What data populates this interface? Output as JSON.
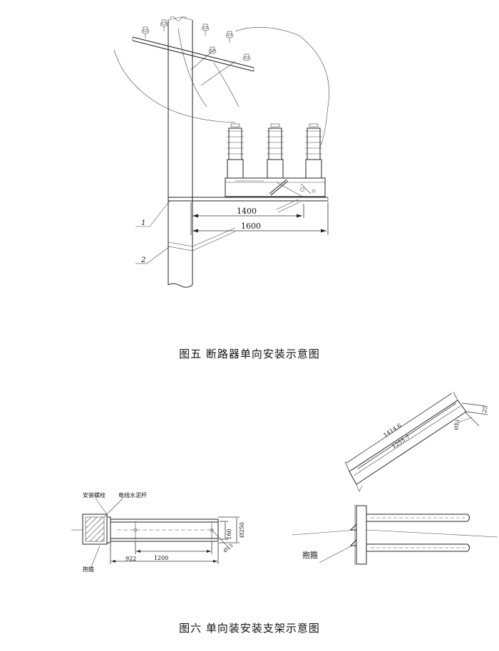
{
  "figure5": {
    "caption": "图五  断路器单向安装示意图",
    "dims": {
      "d1400": "1400",
      "d1600": "1600"
    },
    "callouts": {
      "c1": "1",
      "c2": "2"
    }
  },
  "figure6": {
    "caption": "图六  单向装安装支架示意图",
    "labels": {
      "bolt": "安装螺栓",
      "pole": "电线水泥杆",
      "hoop": "抱箍",
      "hoop_right": "抱箍"
    },
    "dims": {
      "d922": "922",
      "d1200": "1200",
      "d160": "160",
      "d250": "Ø250",
      "d13": "Ø13",
      "d14146": "1414.6",
      "d12557": "1255.7",
      "d25": "25",
      "dphi13": "Ø13"
    }
  }
}
